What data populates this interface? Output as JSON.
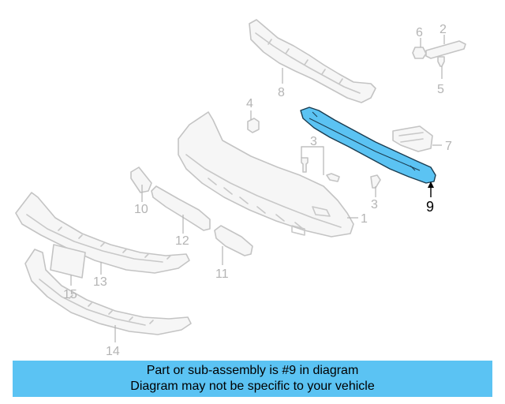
{
  "diagram": {
    "highlight_color": "#5bc3f3",
    "callouts": [
      "1",
      "2",
      "3",
      "3",
      "4",
      "5",
      "6",
      "7",
      "8",
      "9",
      "10",
      "11",
      "12",
      "13",
      "14",
      "15"
    ],
    "highlighted_callout": "9"
  },
  "footer": {
    "background": "#5bc3f3",
    "line1": "Part or sub-assembly is #9 in diagram",
    "line2": "Diagram may not be specific to your vehicle"
  }
}
